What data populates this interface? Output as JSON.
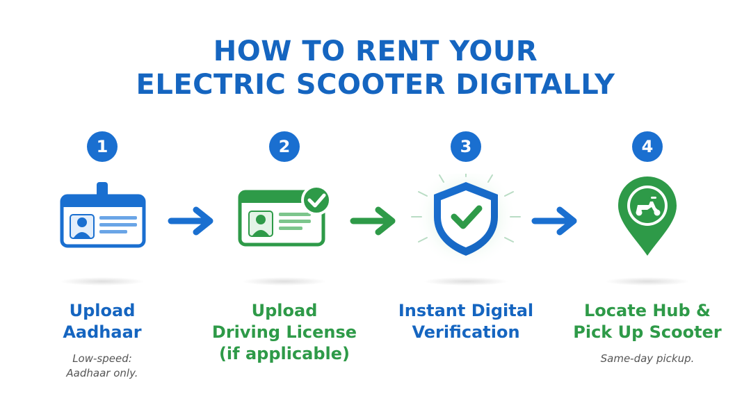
{
  "title": {
    "line1": "HOW TO RENT YOUR",
    "line2": "ELECTRIC SCOOTER DIGITALLY"
  },
  "colors": {
    "blue": "#1a6fd0",
    "green": "#2e9a48",
    "title": "#1565c0"
  },
  "steps": [
    {
      "number": "1",
      "icon": "id-card-icon",
      "label_lines": [
        "Upload",
        "Aadhaar"
      ],
      "note_lines": [
        "Low-speed:",
        "Aadhaar only."
      ]
    },
    {
      "number": "2",
      "icon": "license-check-icon",
      "label_lines": [
        "Upload",
        "Driving License",
        "(if applicable)"
      ],
      "note_lines": []
    },
    {
      "number": "3",
      "icon": "shield-check-icon",
      "label_lines": [
        "Instant Digital",
        "Verification"
      ],
      "note_lines": []
    },
    {
      "number": "4",
      "icon": "location-scooter-icon",
      "label_lines": [
        "Locate Hub &",
        "Pick Up Scooter"
      ],
      "note_lines": [
        "Same-day pickup."
      ]
    }
  ]
}
